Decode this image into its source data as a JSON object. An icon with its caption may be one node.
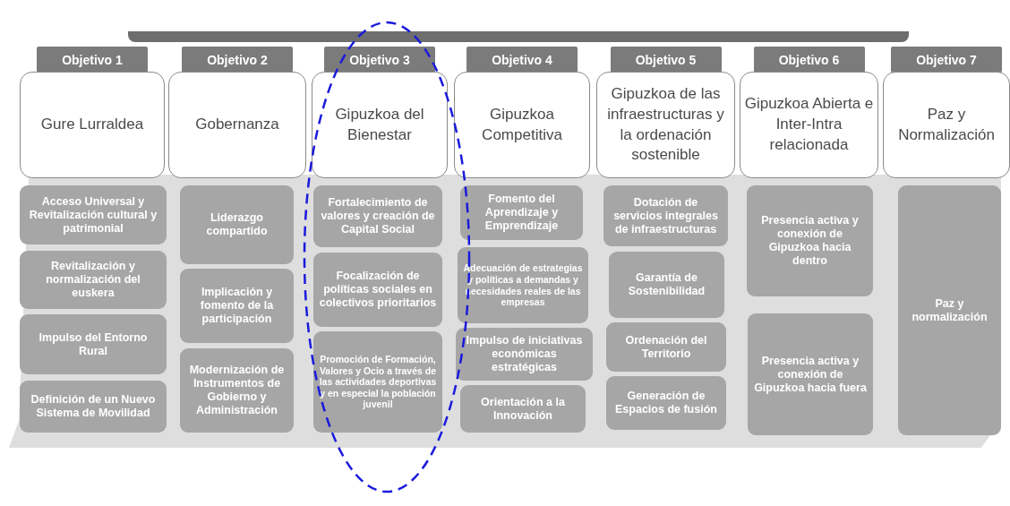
{
  "diagram": {
    "nodes": [
      {
        "text": [
          "Objetivo 1",
          "Gure Lurraldea"
        ]
      },
      {
        "text": [
          "Acceso Universal y Revitalización cultural y patrimonial"
        ]
      },
      {
        "text": [
          "Revitalización y normalización del euskera"
        ]
      },
      {
        "text": [
          "Impulso del Entorno Rural"
        ]
      },
      {
        "text": [
          "Definición de un Nuevo Sistema de Movilidad"
        ]
      },
      {
        "text": [
          "Objetivo 2",
          "Gobernanza"
        ]
      },
      {
        "text": [
          "Liderazgo compartido"
        ]
      },
      {
        "text": [
          "Implicación y fomento de la participación"
        ]
      },
      {
        "text": [
          "Modernización de Instrumentos de Gobierno y Administración"
        ]
      },
      {
        "text": [
          "Objetivo 3",
          "Gipuzkoa del Bienestar"
        ]
      },
      {
        "text": [
          "Fortalecimiento de valores y creación de Capital Social"
        ]
      },
      {
        "text": [
          "Focalización de políticas sociales en colectivos prioritarios"
        ]
      },
      {
        "text": [
          "Promoción de Formación, Valores y Ocio a través de las actividades deportivas y en especial la población juvenil"
        ]
      },
      {
        "text": [
          "Objetivo 4",
          "Gipuzkoa Competitiva"
        ]
      },
      {
        "text": [
          "Fomento del Aprendizaje y Emprendizaje"
        ]
      },
      {
        "text": [
          "Adecuación de estrategias y políticas a demandas y necesidades reales de las empresas"
        ]
      },
      {
        "text": [
          "Impulso de iniciativas económicas estratégicas"
        ]
      },
      {
        "text": [
          "Orientación a la Innovación"
        ]
      },
      {
        "text": [
          "Objetivo 5",
          "Gipuzkoa de las infraestructuras y la ordenación sostenible"
        ]
      },
      {
        "text": [
          "Dotación de servicios integrales de infraestructuras"
        ]
      },
      {
        "text": [
          "Garantía de Sostenibilidad"
        ]
      },
      {
        "text": [
          "Ordenación del Territorio"
        ]
      },
      {
        "text": [
          "Generación de Espacios de fusión"
        ]
      },
      {
        "text": [
          "Objetivo 6",
          "Gipuzkoa Abierta e Inter-Intra relacionada"
        ]
      },
      {
        "text": [
          "Presencia activa y conexión de Gipuzkoa hacia dentro"
        ]
      },
      {
        "text": [
          "Presencia activa y conexión de Gipuzkoa hacia fuera"
        ]
      },
      {
        "text": [
          "Objetivo 7",
          "Paz y Normalización"
        ]
      },
      {
        "text": [
          "Paz y normalización"
        ]
      }
    ]
  }
}
